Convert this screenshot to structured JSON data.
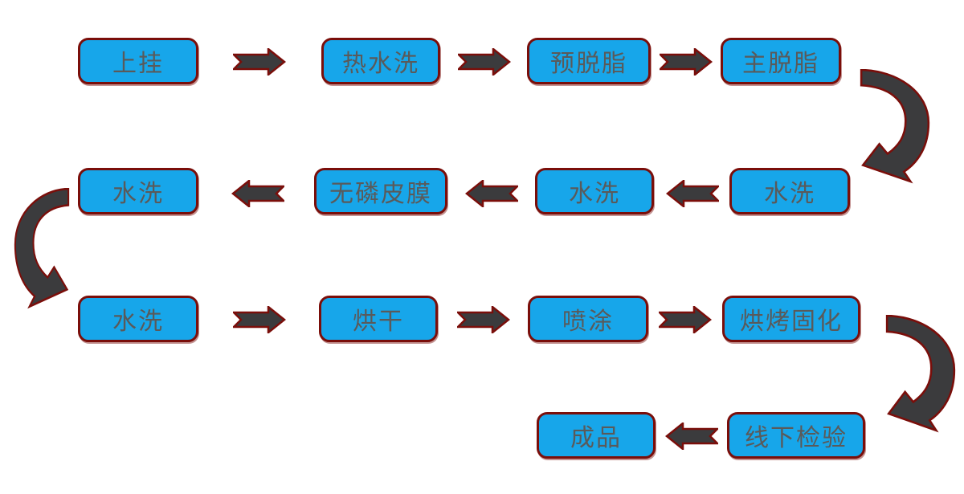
{
  "diagram": {
    "description": "Coating process flowchart",
    "colors": {
      "box_fill": "#17a6ea",
      "box_border": "#7a0e0a",
      "arrow_fill": "#3b3b3d",
      "arrow_border": "#7a0e0a",
      "text": "#5a5a5a",
      "background": "#ffffff"
    },
    "nodes": [
      {
        "label": "上挂"
      },
      {
        "label": "热水洗"
      },
      {
        "label": "预脱脂"
      },
      {
        "label": "主脱脂"
      },
      {
        "label": "水洗"
      },
      {
        "label": "无磷皮膜"
      },
      {
        "label": "水洗"
      },
      {
        "label": "水洗"
      },
      {
        "label": "水洗"
      },
      {
        "label": "烘干"
      },
      {
        "label": "喷涂"
      },
      {
        "label": "烘烤固化"
      },
      {
        "label": "成品"
      },
      {
        "label": "线下检验"
      }
    ],
    "flow_order": [
      "上挂",
      "热水洗",
      "预脱脂",
      "主脱脂",
      "水洗",
      "水洗",
      "无磷皮膜",
      "水洗",
      "水洗",
      "烘干",
      "喷涂",
      "烘烤固化",
      "线下检验",
      "成品"
    ]
  }
}
